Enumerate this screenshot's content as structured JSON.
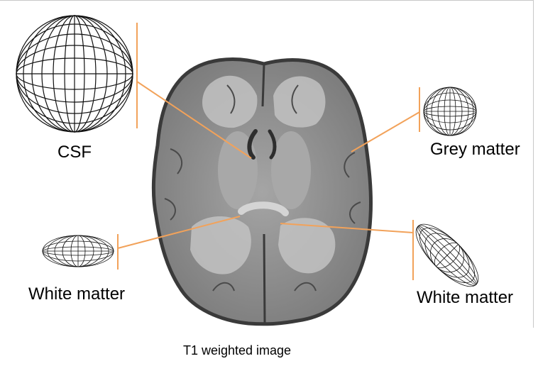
{
  "labels": {
    "csf": "CSF",
    "grey_matter": "Grey matter",
    "white_matter_left": "White matter",
    "white_matter_right": "White matter"
  },
  "caption": "T1 weighted image",
  "colors": {
    "leader_line": "#f2a25a",
    "wireframe": "#111111",
    "brain_tissue": "#8c8c8c",
    "brain_outline": "#3a3a3a",
    "white_matter": "#bdbdbd"
  }
}
